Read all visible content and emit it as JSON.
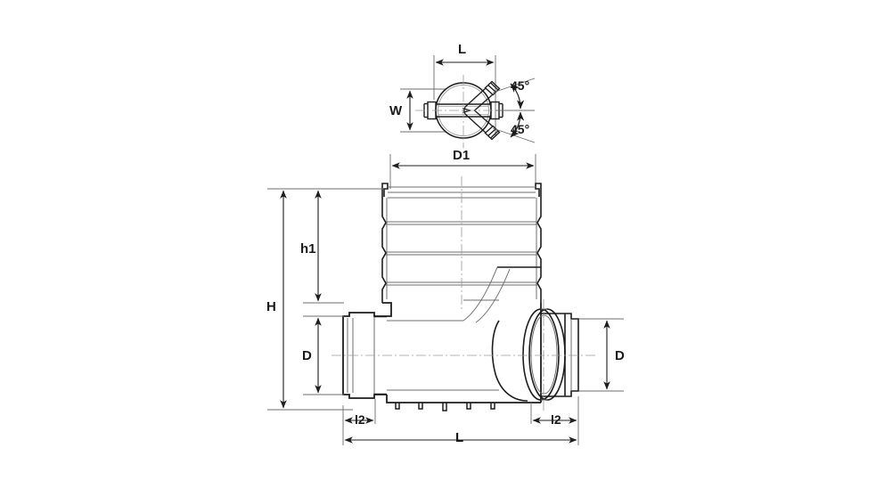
{
  "drawing": {
    "title": "Technical line drawing - double branch inspection chamber / sewer fitting",
    "type": "engineering-dimensioned-drawing",
    "views": [
      "top-view",
      "front-section-view"
    ],
    "line_color": "#1d1d1d",
    "thin_line_color": "#5a5a5a",
    "centerline_color": "#808080",
    "background": "#ffffff"
  },
  "top_view": {
    "dimensions": {
      "length_label": "L",
      "width_label": "W",
      "diameter_label": "D1"
    },
    "angles": {
      "upper": "45°",
      "lower": "45°"
    }
  },
  "front_view": {
    "dimensions": {
      "riser_diameter_label": "D1",
      "total_height_label": "H",
      "riser_height_label": "h1",
      "left_pipe_diameter_label": "D",
      "right_pipe_diameter_label": "D",
      "left_socket_length_label": "l2",
      "right_socket_length_label": "l2",
      "overall_length_label": "L"
    }
  }
}
